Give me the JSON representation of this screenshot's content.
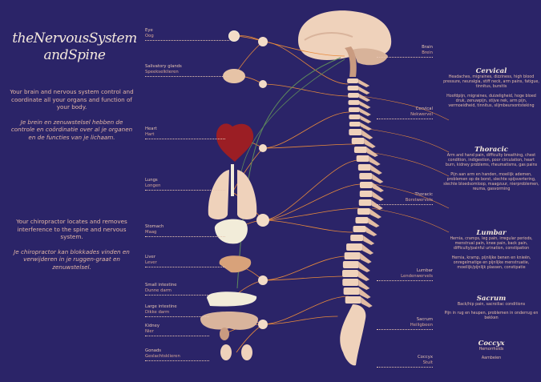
{
  "title": {
    "line1": "theNervousSystem",
    "line2": "andSpine"
  },
  "intro": [
    {
      "en": "Your brain and nervous system control and coordinate all your organs and function of your body.",
      "nl": "Je brein en zenuwstelsel hebben de controle en coördinatie over al je organen en de functies van je lichaam."
    },
    {
      "en": "Your chiropractor locates and removes interference to the spine and nervous system.",
      "nl": "Je chiropractor kan blokkades vinden en verwijderen in je ruggen-graat en zenuwstelsel."
    }
  ],
  "organs": [
    {
      "en": "Eye",
      "nl": "Oog"
    },
    {
      "en": "Salivatory glands",
      "nl": "Speekselklieren"
    },
    {
      "en": "Heart",
      "nl": "Hart"
    },
    {
      "en": "Lungs",
      "nl": "Longen"
    },
    {
      "en": "Stomach",
      "nl": "Maag"
    },
    {
      "en": "Liver",
      "nl": "Lever"
    },
    {
      "en": "Small intestine",
      "nl": "Dunne darm"
    },
    {
      "en": "Large intestine",
      "nl": "Dikke darm"
    },
    {
      "en": "Kidney",
      "nl": "Nier"
    },
    {
      "en": "Gonads",
      "nl": "Geslachtsklieren"
    }
  ],
  "spine": [
    {
      "en": "Brain",
      "nl": "Brein"
    },
    {
      "en": "Cervical",
      "nl": "Nekwervel"
    },
    {
      "en": "Thoracic",
      "nl": "Borstwervels"
    },
    {
      "en": "Lumbar",
      "nl": "Lendenwervels"
    },
    {
      "en": "Sacrum",
      "nl": "Heiligbeen"
    },
    {
      "en": "Coccyx",
      "nl": "Stuit"
    }
  ],
  "sections": [
    {
      "title": "Cervical",
      "en": "Headaches, migraines, dizziness, high blood pressure, neuralgia, stiff neck, arm pains, fatigue, tinnitus, bursitis",
      "nl": "Hoofdpijn, migraines, duizeligheid, hoge bloed druk, zenuwpijn, stijve nek, arm pijn, vermoeidheid, tinnitus, slijmbeursontsteking"
    },
    {
      "title": "Thoracic",
      "en": "Arm and hand pain, difficulty breathing, chest condition, indigestion, poor circulation, heart burn, kidney problems, rheumatisms, gas pains",
      "nl": "Pijn aan arm en handen, moeilijk ademen, problemen op de borst, slechte spijsvertering, slechte bloedsomloop, maagzuur, nierproblemen, reuma, gasvorming"
    },
    {
      "title": "Lumbar",
      "en": "Hernia, cramps, leg pain, irregular periods, menstrual pain, knee pain, back pain, difficulty/painful urination, constipation",
      "nl": "Hernia, kramp, pijnlijke benen en knieën, onregelmatige en pijnlijke menstruatie, moeilijk/pijnlijk plassen, constipatie"
    },
    {
      "title": "Sacrum",
      "en": "Back/hip pain, sacroiliac conditions",
      "nl": "Pijn in rug en heupen, problemen in onderrug en bekken"
    },
    {
      "title": "Coccyx",
      "en": "Hemorrhoids",
      "nl": "Aambeien"
    }
  ],
  "colors": {
    "background": "#2b2468",
    "bone": "#efd2bb",
    "nerve": "#e88a3c",
    "vagus": "#5e8a5c",
    "heart": "#9b1e24"
  }
}
